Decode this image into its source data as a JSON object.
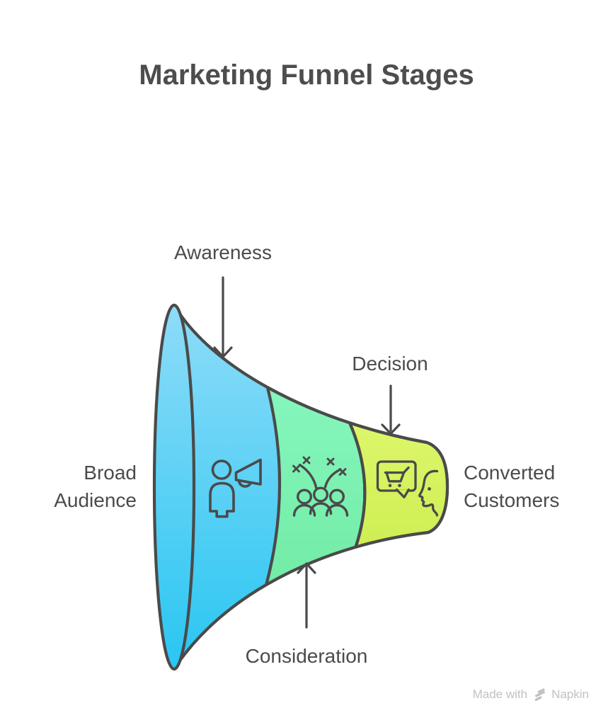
{
  "title": "Marketing Funnel Stages",
  "funnel": {
    "stages": [
      {
        "label": "Awareness",
        "icon": "person-megaphone",
        "color_top": "#8edcf8",
        "color_bottom": "#29c6f2"
      },
      {
        "label": "Consideration",
        "icon": "audience-group",
        "color_top": "#86f6bd",
        "color_bottom": "#72eca6"
      },
      {
        "label": "Decision",
        "icon": "purchase-chat",
        "color_top": "#dcf76a",
        "color_bottom": "#cfee54"
      }
    ],
    "input_label": "Broad Audience",
    "output_label": "Converted Customers",
    "outline_color": "#4a4a4a"
  },
  "watermark": {
    "prefix": "Made with",
    "brand": "Napkin",
    "color": "#c1c1c1"
  }
}
